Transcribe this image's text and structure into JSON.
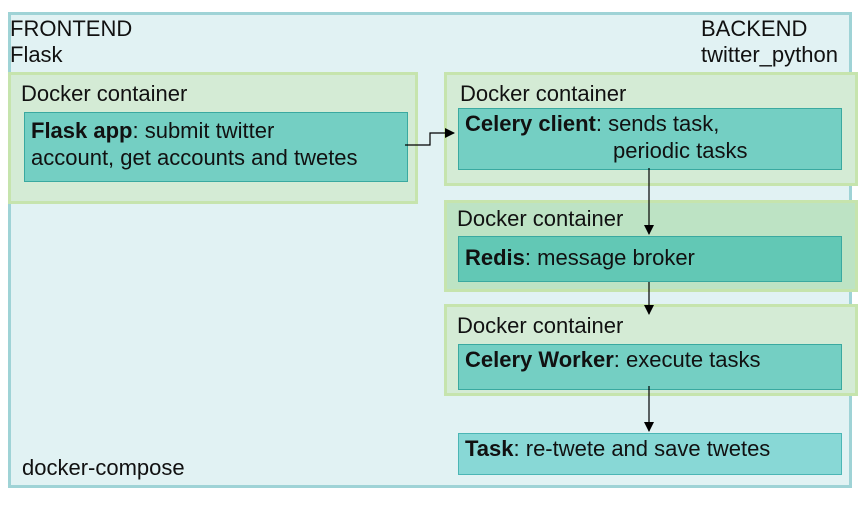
{
  "frontend": {
    "title": "FRONTEND",
    "subtitle": "Flask"
  },
  "backend": {
    "title": "BACKEND",
    "subtitle": "twitter_python"
  },
  "compose_label": "docker-compose",
  "containers": {
    "flask": {
      "title": "Docker container",
      "name": "Flask app",
      "line1": ": submit twitter",
      "line2": "account, get accounts and twetes"
    },
    "celery_client": {
      "title": "Docker container",
      "name": "Celery client",
      "line1": ": sends task,",
      "line2": "periodic tasks"
    },
    "redis": {
      "title": "Docker container",
      "name": "Redis",
      "line1": ": message broker"
    },
    "celery_worker": {
      "title": "Docker container",
      "name": "Celery Worker",
      "line1": ": execute tasks"
    }
  },
  "task": {
    "name": "Task",
    "line1": ": re-twete and save twetes"
  },
  "colors": {
    "outer_border": "#9fd3d6",
    "outer_fill": "#e1f2f3",
    "container_border": "#c6e4ad",
    "container_fill": "#d4ebd5",
    "component_fill": "#74cfc3",
    "task_fill": "#88d8d6"
  }
}
